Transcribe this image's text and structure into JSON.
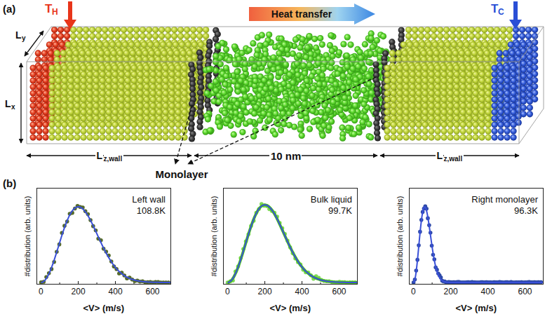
{
  "diagram": {
    "nodes": [
      {
        "text": [
          "Heat transfer"
        ]
      },
      {
        "text": [
          "Left wall",
          "108.8K"
        ]
      },
      {
        "text": [
          "Bulk liquid",
          "99.7K"
        ]
      },
      {
        "text": [
          "Right monolayer",
          "96.3K"
        ]
      }
    ],
    "labels": [
      "(a)",
      "T",
      "H",
      "T",
      "C",
      "L",
      "y",
      "L",
      "x",
      "L",
      "z,wall",
      "10 nm",
      "L",
      "z,wall",
      "Monolayer",
      "(b)",
      "#distribution (arb. units)",
      "<V> (m/s)",
      "0",
      "200",
      "400",
      "600",
      "#distribution (arb. units)",
      "<V> (m/s)",
      "0",
      "200",
      "400",
      "600",
      "#distribution (arb. units)",
      "<V> (m/s)",
      "0",
      "200",
      "400",
      "600"
    ]
  }
}
